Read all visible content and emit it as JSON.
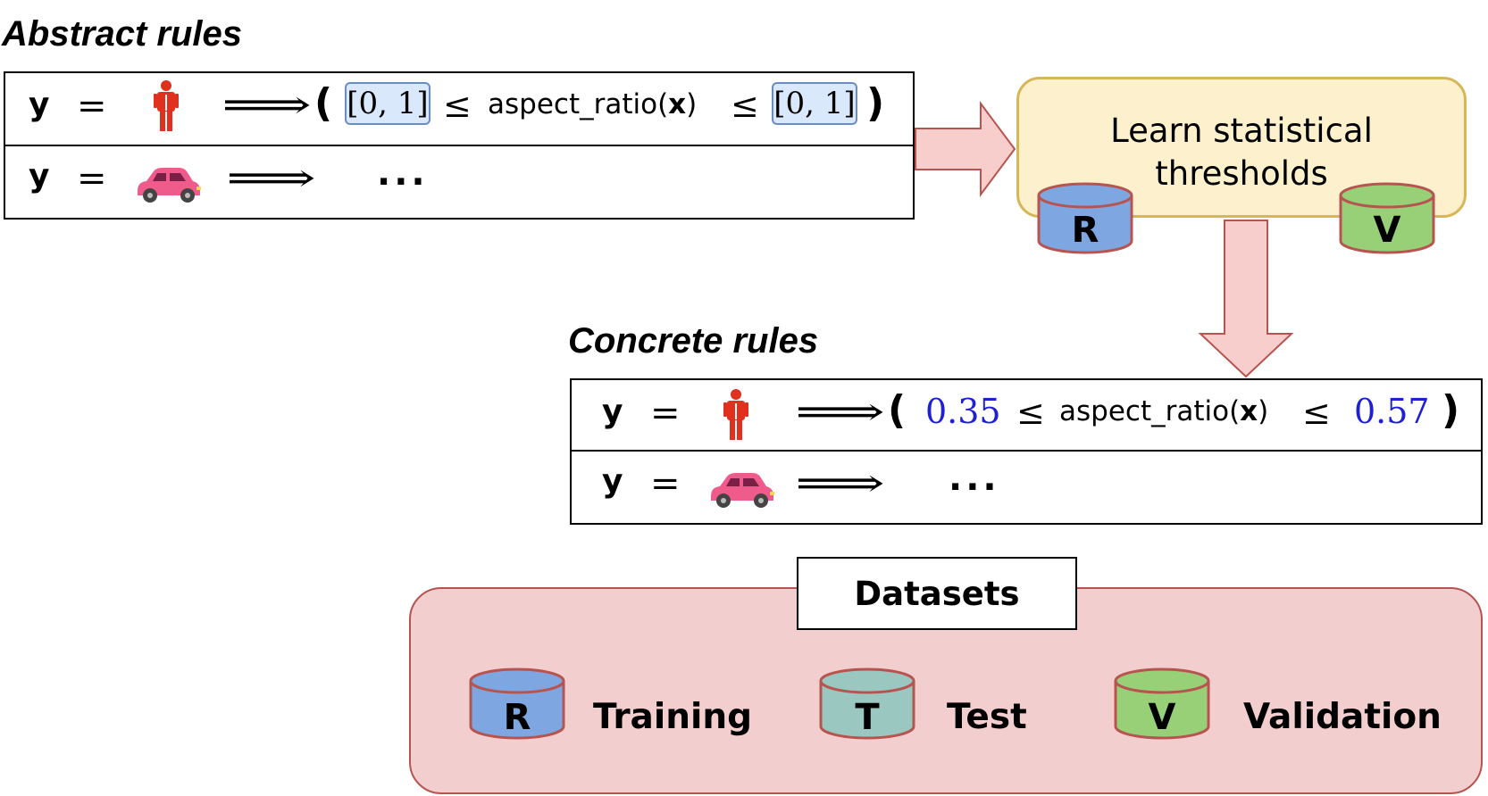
{
  "abstract_heading": "Abstract rules",
  "concrete_heading": "Concrete rules",
  "rule_symbols": {
    "y": "y",
    "equals": "=",
    "implies": "⟹",
    "open_paren": "(",
    "close_paren": ")",
    "leq": "≤",
    "ellipsis": "..."
  },
  "aspect_ratio": {
    "func": "aspect_ratio(",
    "var": "x",
    "close": ")"
  },
  "abstract_rules": {
    "person": {
      "icon": "person-icon",
      "lower": "[0, 1]",
      "upper": "[0, 1]"
    },
    "car": {
      "icon": "car-icon"
    }
  },
  "concrete_rules": {
    "person": {
      "icon": "person-icon",
      "lower": "0.35",
      "upper": "0.57"
    },
    "car": {
      "icon": "car-icon"
    }
  },
  "learn_box": {
    "line1": "Learn statistical",
    "line2": "thresholds"
  },
  "datasets": {
    "title": "Datasets",
    "items": [
      {
        "letter": "R",
        "label": "Training",
        "color": "#7ea6e0"
      },
      {
        "letter": "T",
        "label": "Test",
        "color": "#9ac7bf"
      },
      {
        "letter": "V",
        "label": "Validation",
        "color": "#97d077"
      }
    ]
  },
  "colors": {
    "arrow_fill": "#f8cecc",
    "arrow_stroke": "#b85450",
    "learn_fill": "#fff2cc",
    "learn_stroke": "#d6b656",
    "interval_fill": "#dae8fc",
    "interval_stroke": "#6c8ebf",
    "threshold_text": "#1f1fd6",
    "datasets_fill": "#f3cece",
    "person_red": "#e0301e",
    "car_pink": "#ef5b8a"
  }
}
